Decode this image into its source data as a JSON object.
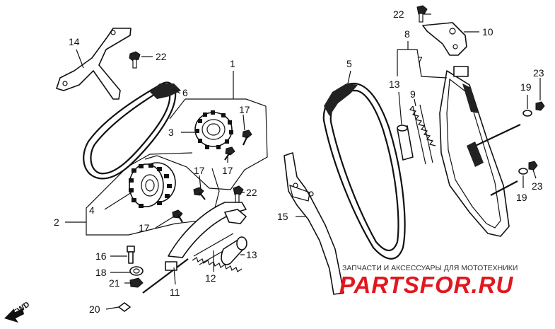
{
  "callouts": {
    "c1": "1",
    "c2": "2",
    "c3": "3",
    "c4": "4",
    "c5": "5",
    "c6": "6",
    "c7": "7",
    "c8": "8",
    "c9": "9",
    "c10": "10",
    "c11": "11",
    "c12": "12",
    "c13a": "13",
    "c13b": "13",
    "c14": "14",
    "c15": "15",
    "c16": "16",
    "c17a": "17",
    "c17b": "17",
    "c17c": "17",
    "c17d": "17",
    "c18": "18",
    "c19a": "19",
    "c19b": "19",
    "c20": "20",
    "c21": "21",
    "c22a": "22",
    "c22b": "22",
    "c22c": "22",
    "c23a": "23",
    "c23b": "23"
  },
  "fwd_label": "FWD",
  "watermark": {
    "tagline": "ЗАПЧАСТИ И АКСЕССУАРЫ ДЛЯ МОТОТЕХНИКИ",
    "logo": "PARTSFOR.RU"
  },
  "colors": {
    "ink": "#111111",
    "watermark_red": "#e2171e",
    "background": "#ffffff"
  }
}
